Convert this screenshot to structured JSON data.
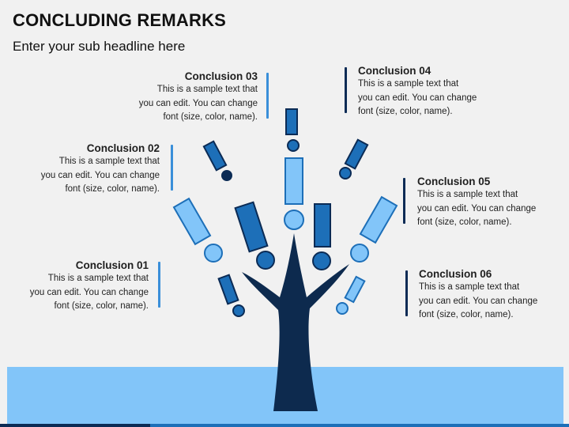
{
  "header": {
    "title": "CONCLUDING REMARKS",
    "subtitle": "Enter your sub headline here"
  },
  "conclusions": [
    {
      "heading": "Conclusion 01",
      "body": "This is a sample text that\nyou can edit. You can change\nfont (size, color, name).",
      "accent": "#3a8fd9"
    },
    {
      "heading": "Conclusion 02",
      "body": "This is a sample text that\nyou can edit. You can change\nfont (size, color, name).",
      "accent": "#3a8fd9"
    },
    {
      "heading": "Conclusion 03",
      "body": "This is a sample text that\nyou can edit. You can change\nfont (size, color, name).",
      "accent": "#3a8fd9"
    },
    {
      "heading": "Conclusion 04",
      "body": "This is a sample text that\nyou can edit. You can change\nfont (size, color, name).",
      "accent": "#0b2b55"
    },
    {
      "heading": "Conclusion 05",
      "body": "This is a sample text that\nyou can edit. You can change\nfont (size, color, name).",
      "accent": "#0b2b55"
    },
    {
      "heading": "Conclusion 06",
      "body": "This is a sample text that\nyou can edit. You can change\nfont (size, color, name).",
      "accent": "#0b2b55"
    }
  ],
  "colors": {
    "trunk": "#0d2a4e",
    "light_blue": "#82c5f9",
    "mid_blue": "#1d6fb8",
    "dark_blue": "#0b2b55",
    "ground": "#82c5f9"
  }
}
